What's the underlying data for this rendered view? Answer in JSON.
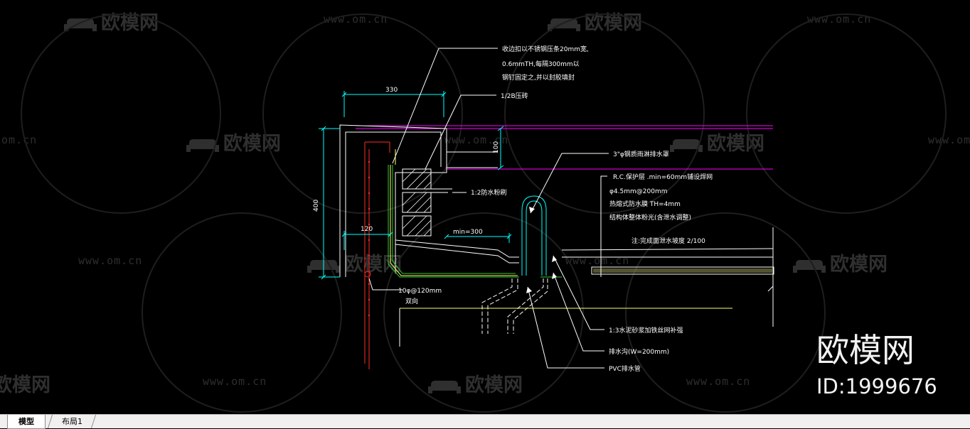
{
  "tabs": {
    "model": "模型",
    "layout1": "布局1"
  },
  "watermark": {
    "site": "www.om.cn",
    "brand": "欧模网",
    "site_short": "om.cn"
  },
  "badge": {
    "brand": "欧模网",
    "id": "ID:1999676"
  },
  "dims": {
    "width_330": "330",
    "height_400": "400",
    "height_100": "100",
    "width_120": "120",
    "min_300": "min=300"
  },
  "notes": {
    "n1_line1": "收边扣以不锈钢压条20mm宽,",
    "n1_line2": "0.6mmTH,每隔300mm以",
    "n1_line3": "钢钉固定之,并以封胶填封",
    "n2": "1/2B压砖",
    "n3": "3\"φ钢质雨淋排水罩",
    "n4_line1": "R.C.保护层 .min=60mm铺设焊网",
    "n4_line2": "φ4.5mm@200mm",
    "n4_line3": "热熔式防水膜 TH=4mm",
    "n4_line4": "结构体整体粉光(含泄水调整)",
    "n5": "1:2防水粉刷",
    "n6": "注:完成面泄水坡度 2/100",
    "n7_line1": "10φ@120mm",
    "n7_line2": "双向",
    "n8": "1:3水泥砂浆加铁丝网补强",
    "n9": "排水沟(W=200mm)",
    "n10": "PVC排水管"
  },
  "colors": {
    "background": "#000000",
    "dimension": "#00ffff",
    "magenta": "#ff00ff",
    "rebar": "#ff2a2a",
    "green": "#33cc33",
    "yellow": "#ffff66",
    "white": "#ffffff"
  }
}
